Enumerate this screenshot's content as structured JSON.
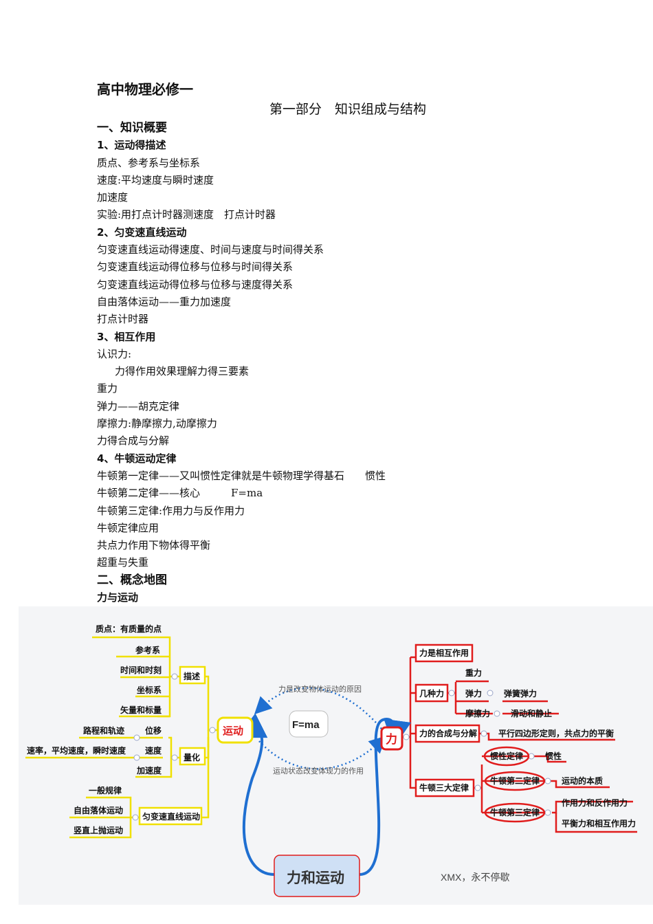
{
  "doc": {
    "title": "高中物理必修一",
    "part_title": "第一部分　知识组成与结构",
    "lines": [
      {
        "text": "一、知识概要",
        "style": "h"
      },
      {
        "text": "1、运动得描述",
        "style": "hs"
      },
      {
        "text": "质点、参考系与坐标系",
        "style": "serif"
      },
      {
        "text": "速度:平均速度与瞬时速度",
        "style": "serif"
      },
      {
        "text": "加速度",
        "style": "serif"
      },
      {
        "text": "实验:用打点计时器测速度　打点计时器",
        "style": "serif"
      },
      {
        "text": "2、匀变速直线运动",
        "style": "hs"
      },
      {
        "text": "匀变速直线运动得速度、时间与速度与时间得关系",
        "style": "serif"
      },
      {
        "text": "匀变速直线运动得位移与位移与时间得关系",
        "style": "serif"
      },
      {
        "text": "匀变速直线运动得位移与位移与速度得关系",
        "style": "serif"
      },
      {
        "text": "自由落体运动——重力加速度",
        "style": "serif"
      },
      {
        "text": "打点计时器",
        "style": "serif"
      },
      {
        "text": "3、相互作用",
        "style": "hs"
      },
      {
        "text": "认识力:",
        "style": "serif"
      },
      {
        "text": "力得作用效果理解力得三要素",
        "style": "serif indent"
      },
      {
        "text": "重力",
        "style": "serif"
      },
      {
        "text": "弹力——胡克定律",
        "style": "serif"
      },
      {
        "text": "摩擦力:静摩擦力,动摩擦力",
        "style": "serif"
      },
      {
        "text": "力得合成与分解",
        "style": "serif"
      },
      {
        "text": "4、牛顿运动定律",
        "style": "hs"
      },
      {
        "text": "牛顿第一定律——又叫惯性定律就是牛顿物理学得基石　　惯性",
        "style": "serif"
      },
      {
        "text": "牛顿第二定律——核心　　　F=ma",
        "style": "serif"
      },
      {
        "text": "牛顿第三定律:作用力与反作用力",
        "style": "serif"
      },
      {
        "text": "牛顿定律应用",
        "style": "serif"
      },
      {
        "text": "共点力作用下物体得平衡",
        "style": "serif"
      },
      {
        "text": "超重与失重",
        "style": "serif"
      },
      {
        "text": "二、概念地图",
        "style": "h"
      },
      {
        "text": "力与运动",
        "style": "hs"
      }
    ]
  },
  "mindmap": {
    "center": "力和运动",
    "formula": "F=ma",
    "arc_top": "力是改变物体运动的原因",
    "arc_bottom": "运动状态改变体现力的作用",
    "watermark": "XMX，永不停歇",
    "left_root": "运动",
    "right_root": "力",
    "left": {
      "describe": {
        "label": "描述",
        "items": [
          "质点：有质量的点",
          "参考系",
          "时间和时刻",
          "坐标系",
          "矢量和标量"
        ]
      },
      "quantify": {
        "label": "量化",
        "items": [
          "位移",
          "速度",
          "加速度"
        ],
        "sub": {
          "displacement": "路程和轨迹",
          "velocity": "速率，平均速度，瞬时速度"
        }
      },
      "uniform": {
        "label": "匀变速直线运动",
        "items": [
          "一般规律",
          "自由落体运动",
          "竖直上抛运动"
        ]
      }
    },
    "right": {
      "interaction": "力是相互作用",
      "kinds": {
        "label": "几种力",
        "items": [
          "重力",
          "弹力",
          "摩擦力"
        ],
        "spring": "弹簧弹力",
        "friction": "滑动和静止"
      },
      "compose": {
        "label": "力的合成与分解",
        "detail": "平行四边形定则，共点力的平衡"
      },
      "newton": {
        "label": "牛顿三大定律",
        "first": "惯性定律",
        "first_detail": "惯性",
        "second": "牛顿第二定律",
        "second_detail": "运动的本质",
        "third": "牛顿第三定律",
        "third_details": [
          "作用力和反作用力",
          "平衡力和相互作用力"
        ]
      }
    },
    "colors": {
      "yellow": "#f0e000",
      "red": "#e01c1c",
      "blue": "#1f6fd1",
      "node_text": "#111111"
    }
  }
}
